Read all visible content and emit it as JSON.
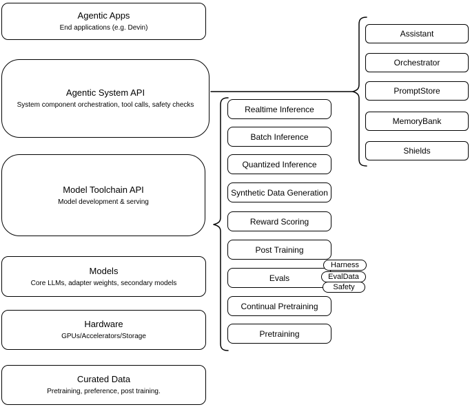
{
  "diagram": {
    "colors": {
      "stroke": "#000000",
      "background": "#ffffff",
      "text": "#000000"
    },
    "left_column": [
      {
        "title": "Agentic Apps",
        "subtitle": "End applications (e.g. Devin)"
      },
      {
        "title": "Agentic System API",
        "subtitle": "System component orchestration, tool calls, safety checks"
      },
      {
        "title": "Model Toolchain API",
        "subtitle": "Model development & serving"
      },
      {
        "title": "Models",
        "subtitle": "Core LLMs, adapter weights, secondary models"
      },
      {
        "title": "Hardware",
        "subtitle": "GPUs/Accelerators/Storage"
      },
      {
        "title": "Curated Data",
        "subtitle": "Pretraining, preference, post training."
      }
    ],
    "toolchain_components": [
      "Realtime Inference",
      "Batch Inference",
      "Quantized Inference",
      "Synthetic Data Generation",
      "Reward Scoring",
      "Post Training",
      "Evals",
      "Continual Pretraining",
      "Pretraining"
    ],
    "eval_pills": [
      "Harness",
      "EvalData",
      "Safety"
    ],
    "system_components": [
      "Assistant",
      "Orchestrator",
      "PromptStore",
      "MemoryBank",
      "Shields"
    ]
  }
}
